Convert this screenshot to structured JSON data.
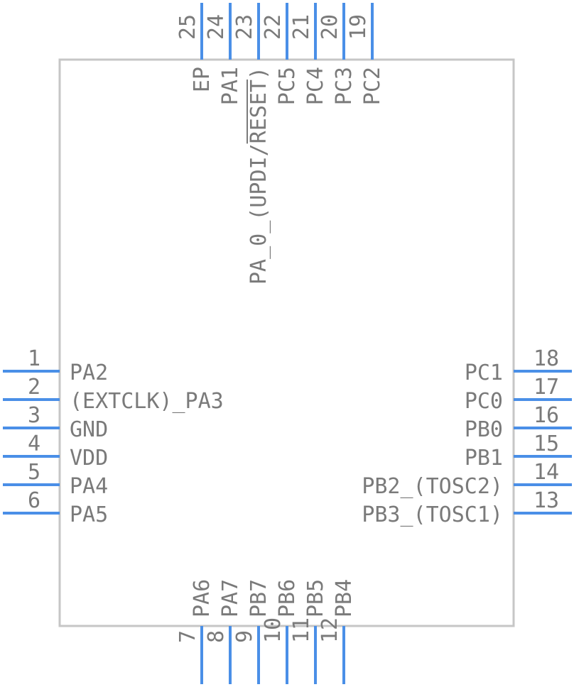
{
  "component": {
    "body_color": "#c6c6c6",
    "pin_color": "#4a8fe7",
    "text_color": "#7a7a7a"
  },
  "pins": {
    "left": [
      {
        "number": "1",
        "name": "PA2"
      },
      {
        "number": "2",
        "name": "(EXTCLK)_PA3"
      },
      {
        "number": "3",
        "name": "GND"
      },
      {
        "number": "4",
        "name": "VDD"
      },
      {
        "number": "5",
        "name": "PA4"
      },
      {
        "number": "6",
        "name": "PA5"
      }
    ],
    "right": [
      {
        "number": "18",
        "name": "PC1"
      },
      {
        "number": "17",
        "name": "PC0"
      },
      {
        "number": "16",
        "name": "PB0"
      },
      {
        "number": "15",
        "name": "PB1"
      },
      {
        "number": "14",
        "name": "PB2_(TOSC2)"
      },
      {
        "number": "13",
        "name": "PB3_(TOSC1)"
      }
    ],
    "top": [
      {
        "number": "25",
        "name": "EP"
      },
      {
        "number": "24",
        "name": "PA1"
      },
      {
        "number": "23",
        "name": "PA_0_(UPDI/RESET)",
        "overbar": "RESET"
      },
      {
        "number": "22",
        "name": "PC5"
      },
      {
        "number": "21",
        "name": "PC4"
      },
      {
        "number": "20",
        "name": "PC3"
      },
      {
        "number": "19",
        "name": "PC2"
      }
    ],
    "bottom": [
      {
        "number": "7",
        "name": "PA6"
      },
      {
        "number": "8",
        "name": "PA7"
      },
      {
        "number": "9",
        "name": "PB7"
      },
      {
        "number": "10",
        "name": "PB6"
      },
      {
        "number": "11",
        "name": "PB5"
      },
      {
        "number": "12",
        "name": "PB4"
      }
    ]
  }
}
